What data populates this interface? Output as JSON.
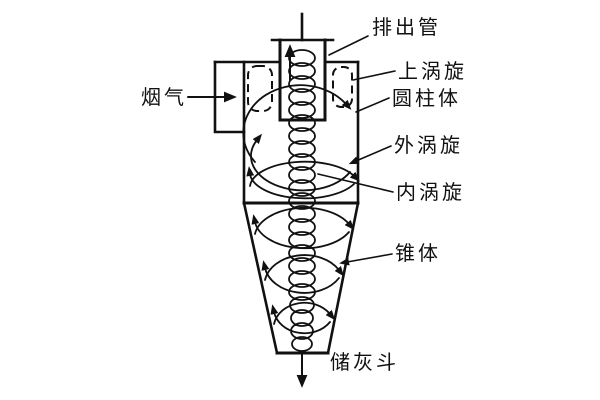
{
  "canvas": {
    "background": "#ffffff",
    "line_color": "#111111"
  },
  "labels": {
    "flue_gas": "烟气",
    "outlet_pipe": "排出管",
    "upper_vortex": "上涡旋",
    "cylinder_body": "圆柱体",
    "outer_vortex": "外涡旋",
    "inner_vortex": "内涡旋",
    "cone_body": "锥体",
    "ash_hopper": "储灰斗"
  }
}
